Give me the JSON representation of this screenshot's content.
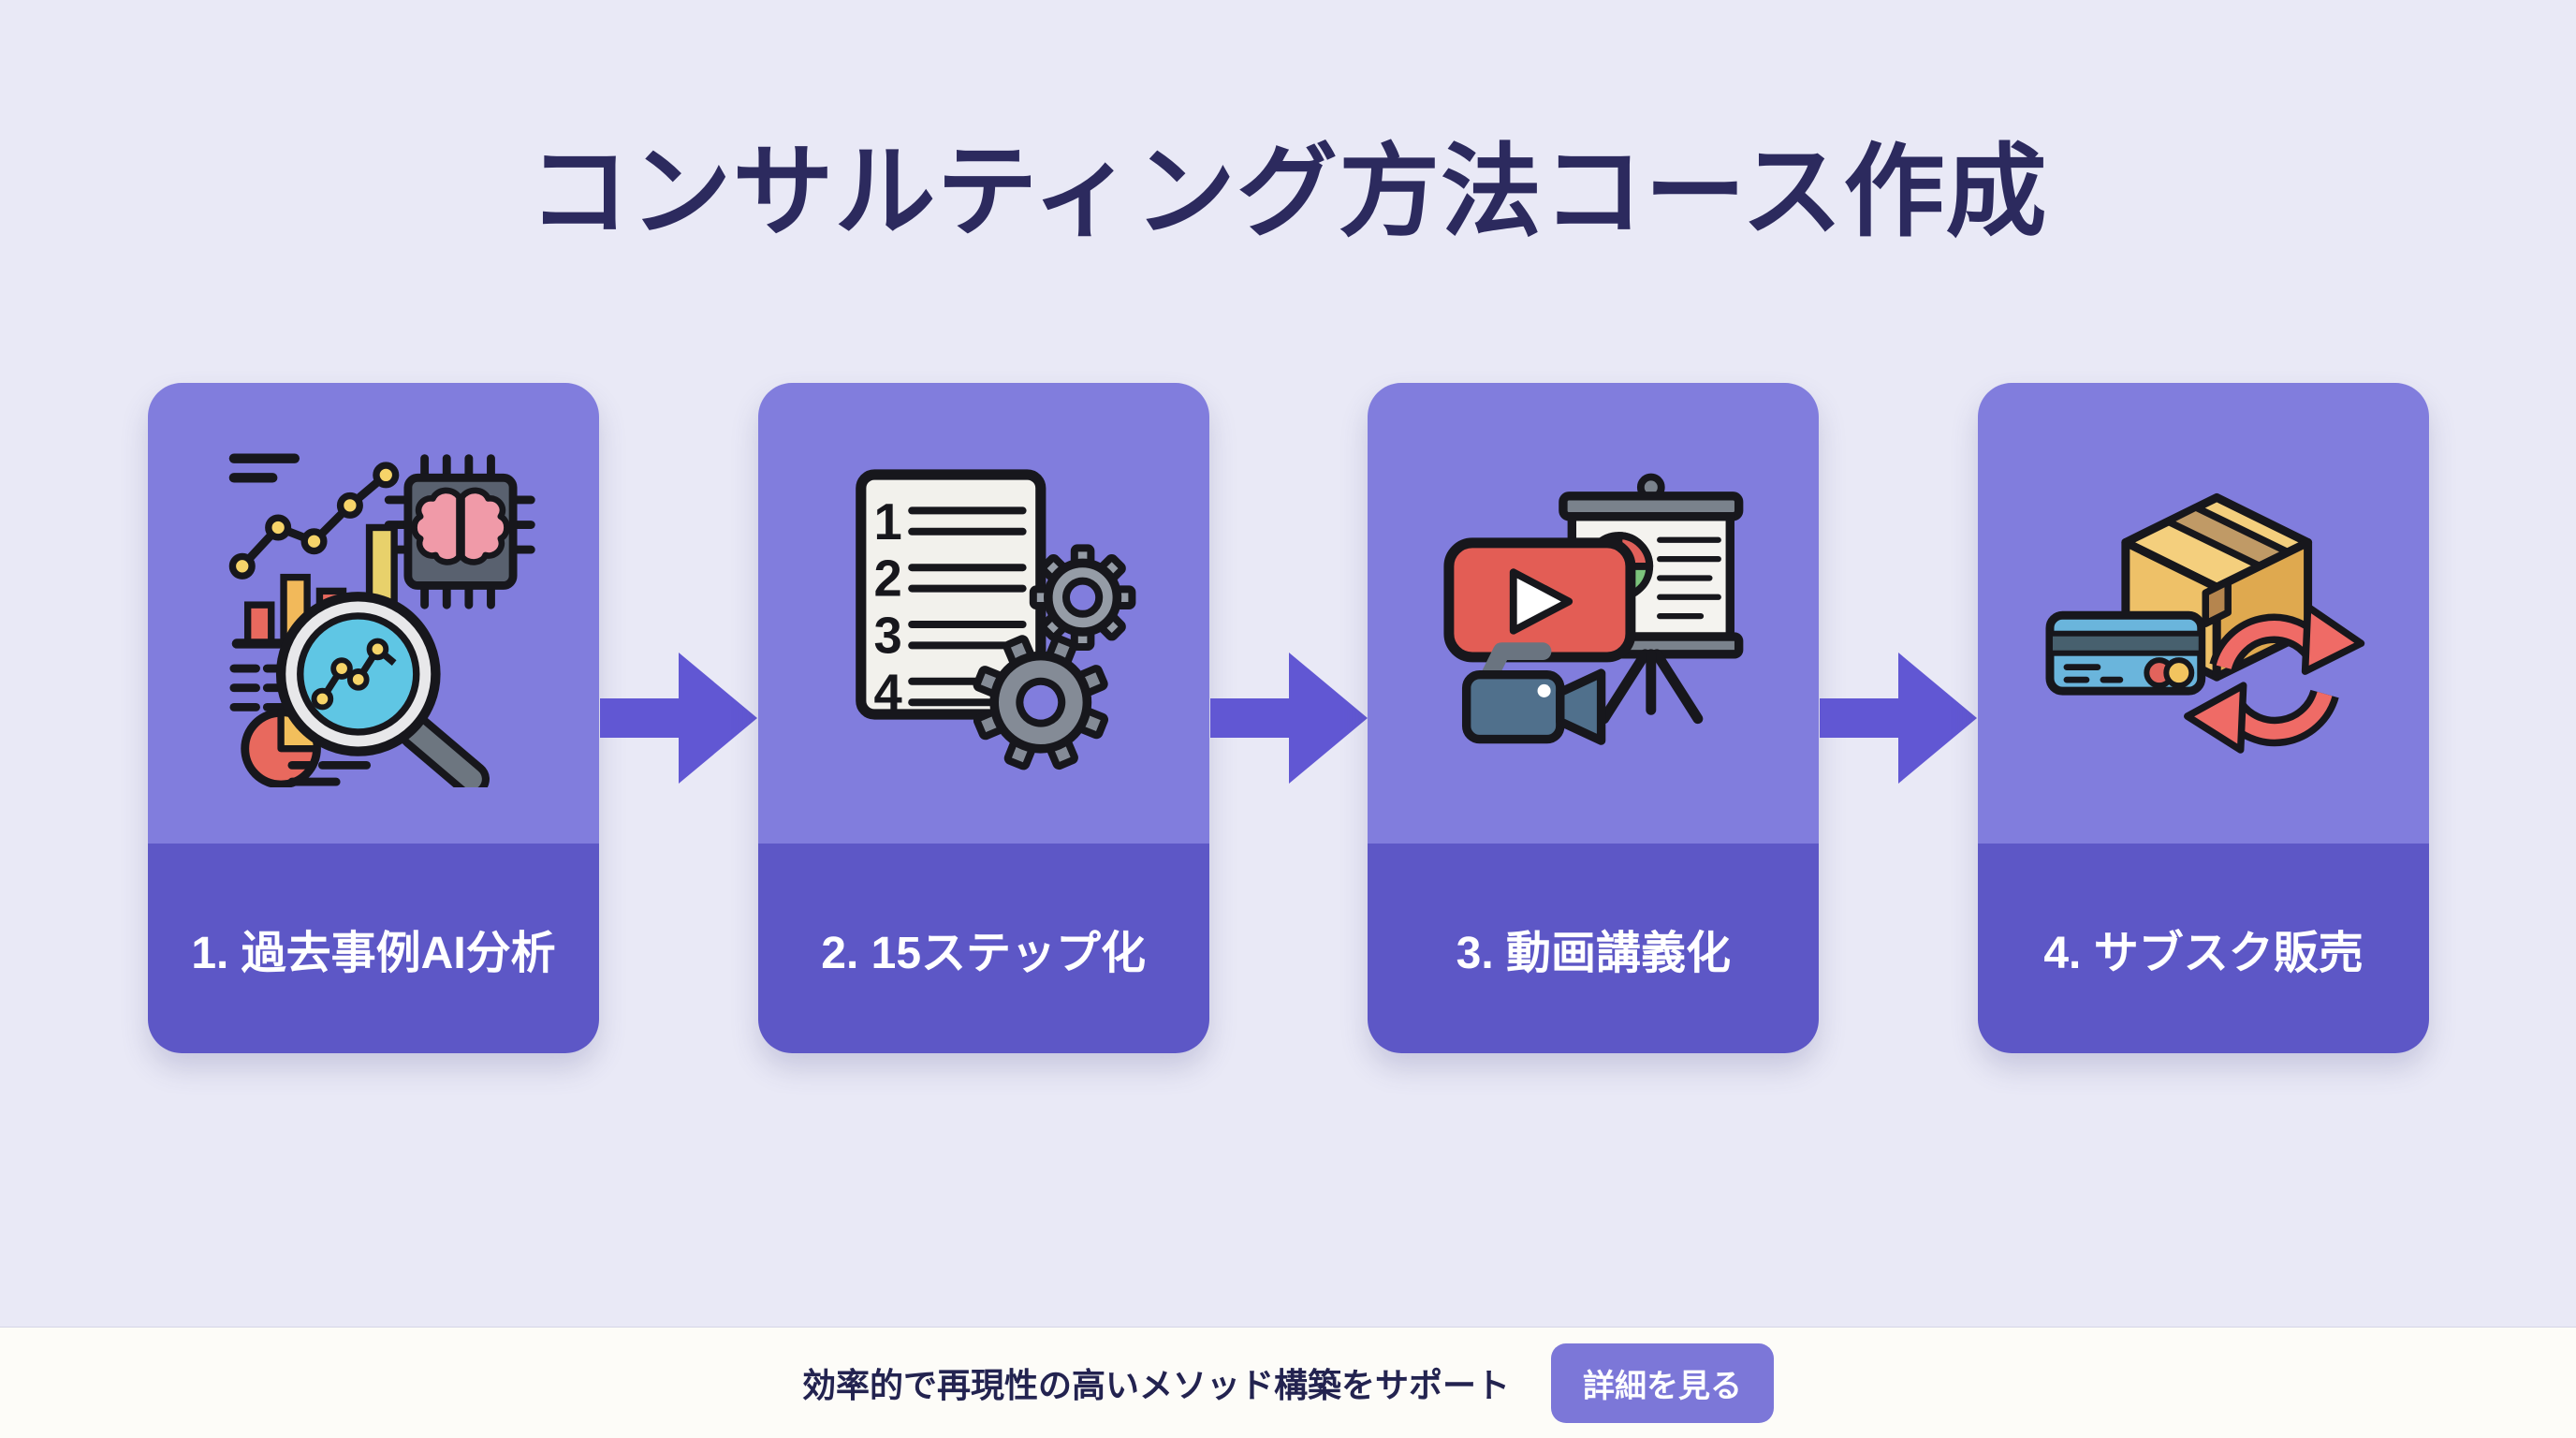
{
  "page": {
    "title": "コンサルティング方法コース作成"
  },
  "steps": [
    {
      "label": "1. 過去事例AI分析",
      "icon": "ai-analysis-chart-icon"
    },
    {
      "label": "2. 15ステップ化",
      "icon": "numbered-steps-gears-icon"
    },
    {
      "label": "3. 動画講義化",
      "icon": "video-lecture-icon"
    },
    {
      "label": "4. サブスク販売",
      "icon": "subscription-box-icon"
    }
  ],
  "icons": {
    "step_list_numbers": [
      "1",
      "2",
      "3",
      "4"
    ],
    "arrow": "right-arrow-icon"
  },
  "footer": {
    "caption": "効率的で再現性の高いメソッド構築をサポート",
    "button_label": "詳細を見る"
  },
  "colors": {
    "background": "#e9e9f6",
    "card_top": "#817ddd",
    "card_band": "#5d57c6",
    "arrow": "#6157d3",
    "title_text": "#2c2a5e",
    "label_text": "#ffffff",
    "footer_bar": "#fdfcf8",
    "caption_text": "#232350",
    "button": "#7c77d8",
    "button_text": "#ffffff",
    "accent_red": "#e8695e",
    "accent_yellow": "#f2bf5c",
    "accent_teal": "#5fc6e4",
    "accent_green": "#7cc47c",
    "accent_blue_card": "#6ab5dc",
    "accent_pink": "#f09aa8",
    "accent_box_tan": "#f4cf7d"
  }
}
